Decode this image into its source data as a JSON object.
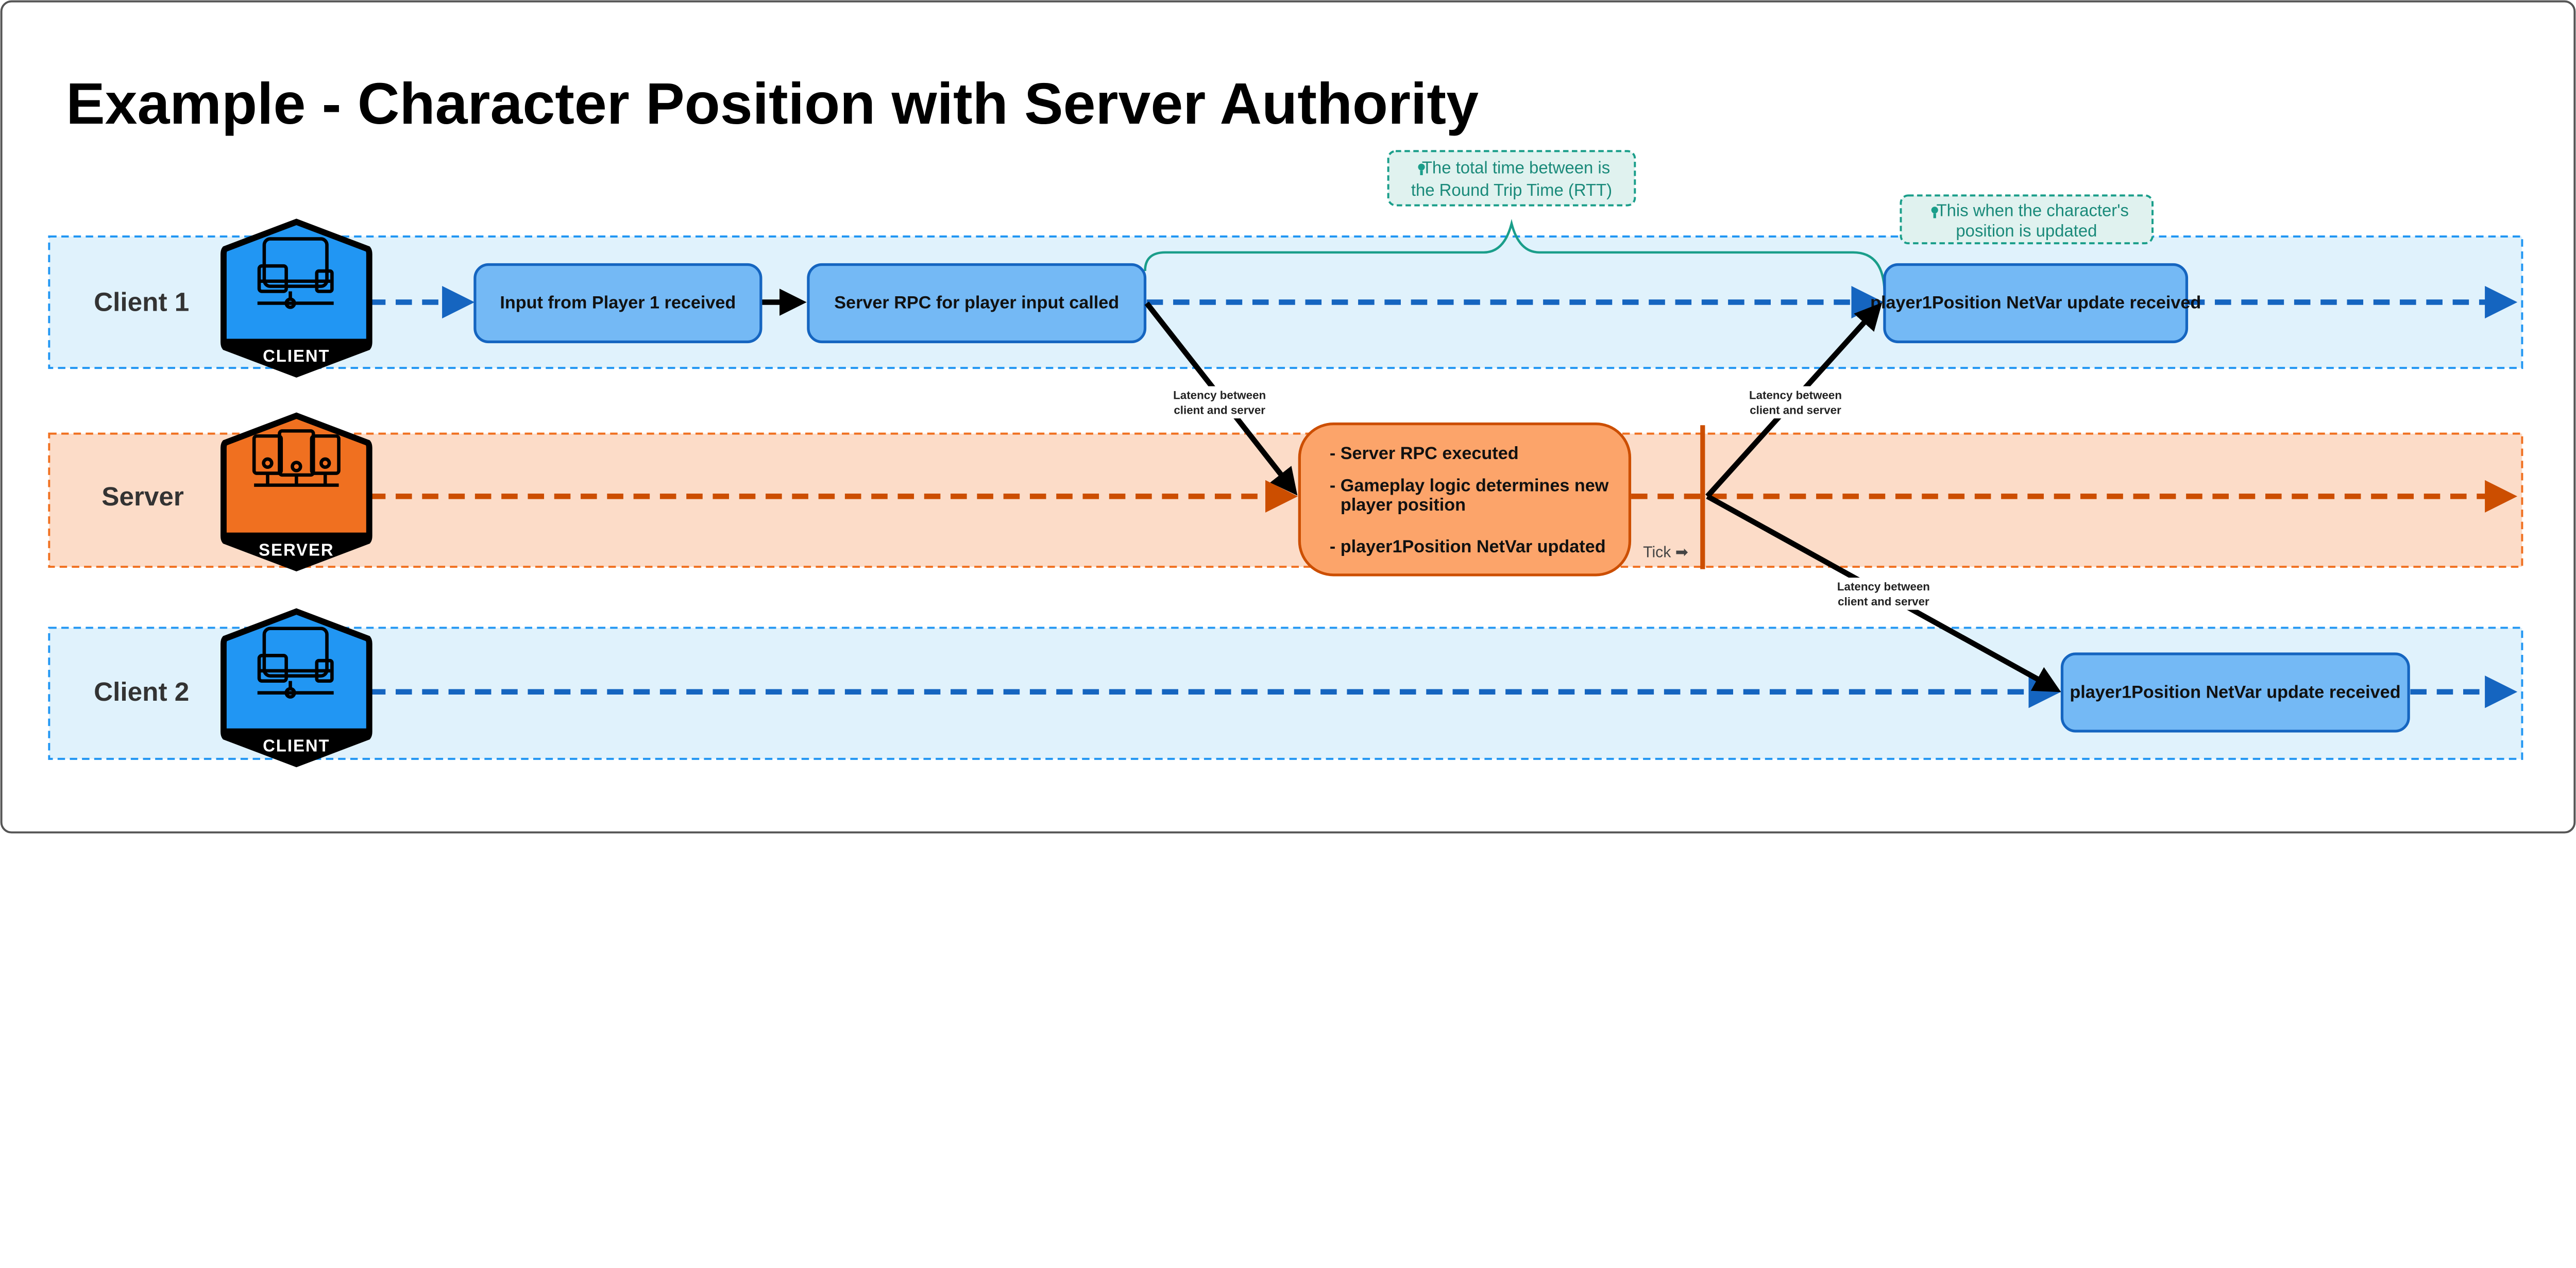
{
  "title": "Example - Character Position with Server Authority",
  "lanes": {
    "client1": {
      "label": "Client 1",
      "badge": "CLIENT",
      "icon": "devices-icon"
    },
    "server": {
      "label": "Server",
      "badge": "SERVER",
      "icon": "server-rack-icon"
    },
    "client2": {
      "label": "Client 2",
      "badge": "CLIENT",
      "icon": "devices-icon"
    }
  },
  "boxes": {
    "input": "Input from Player 1 received",
    "rpc_call": "Server RPC for player input called",
    "c1_update": "player1Position NetVar update received",
    "c2_update": "player1Position NetVar update received",
    "server_steps": [
      "- Server RPC executed",
      "- Gameplay logic determines new",
      "player position",
      "- player1Position NetVar updated"
    ]
  },
  "latency_label": [
    "Latency between",
    "client and server"
  ],
  "tick_label": "Tick ➡",
  "notes": {
    "rtt": [
      "The total time between is",
      "the Round Trip Time (RTT)"
    ],
    "updated": [
      "This when the character's",
      "position is updated"
    ]
  },
  "colors": {
    "client_lane": "#e0f2fc",
    "client_lane_border": "#2196f3",
    "client_box": "#74b9f5",
    "client_line": "#1565c0",
    "server_lane": "#fcdcc8",
    "server_lane_border": "#f07020",
    "server_box": "#fca46a",
    "server_line": "#cc4e00",
    "note": "#1a9e8a",
    "note_bg": "#e0f2ef"
  }
}
